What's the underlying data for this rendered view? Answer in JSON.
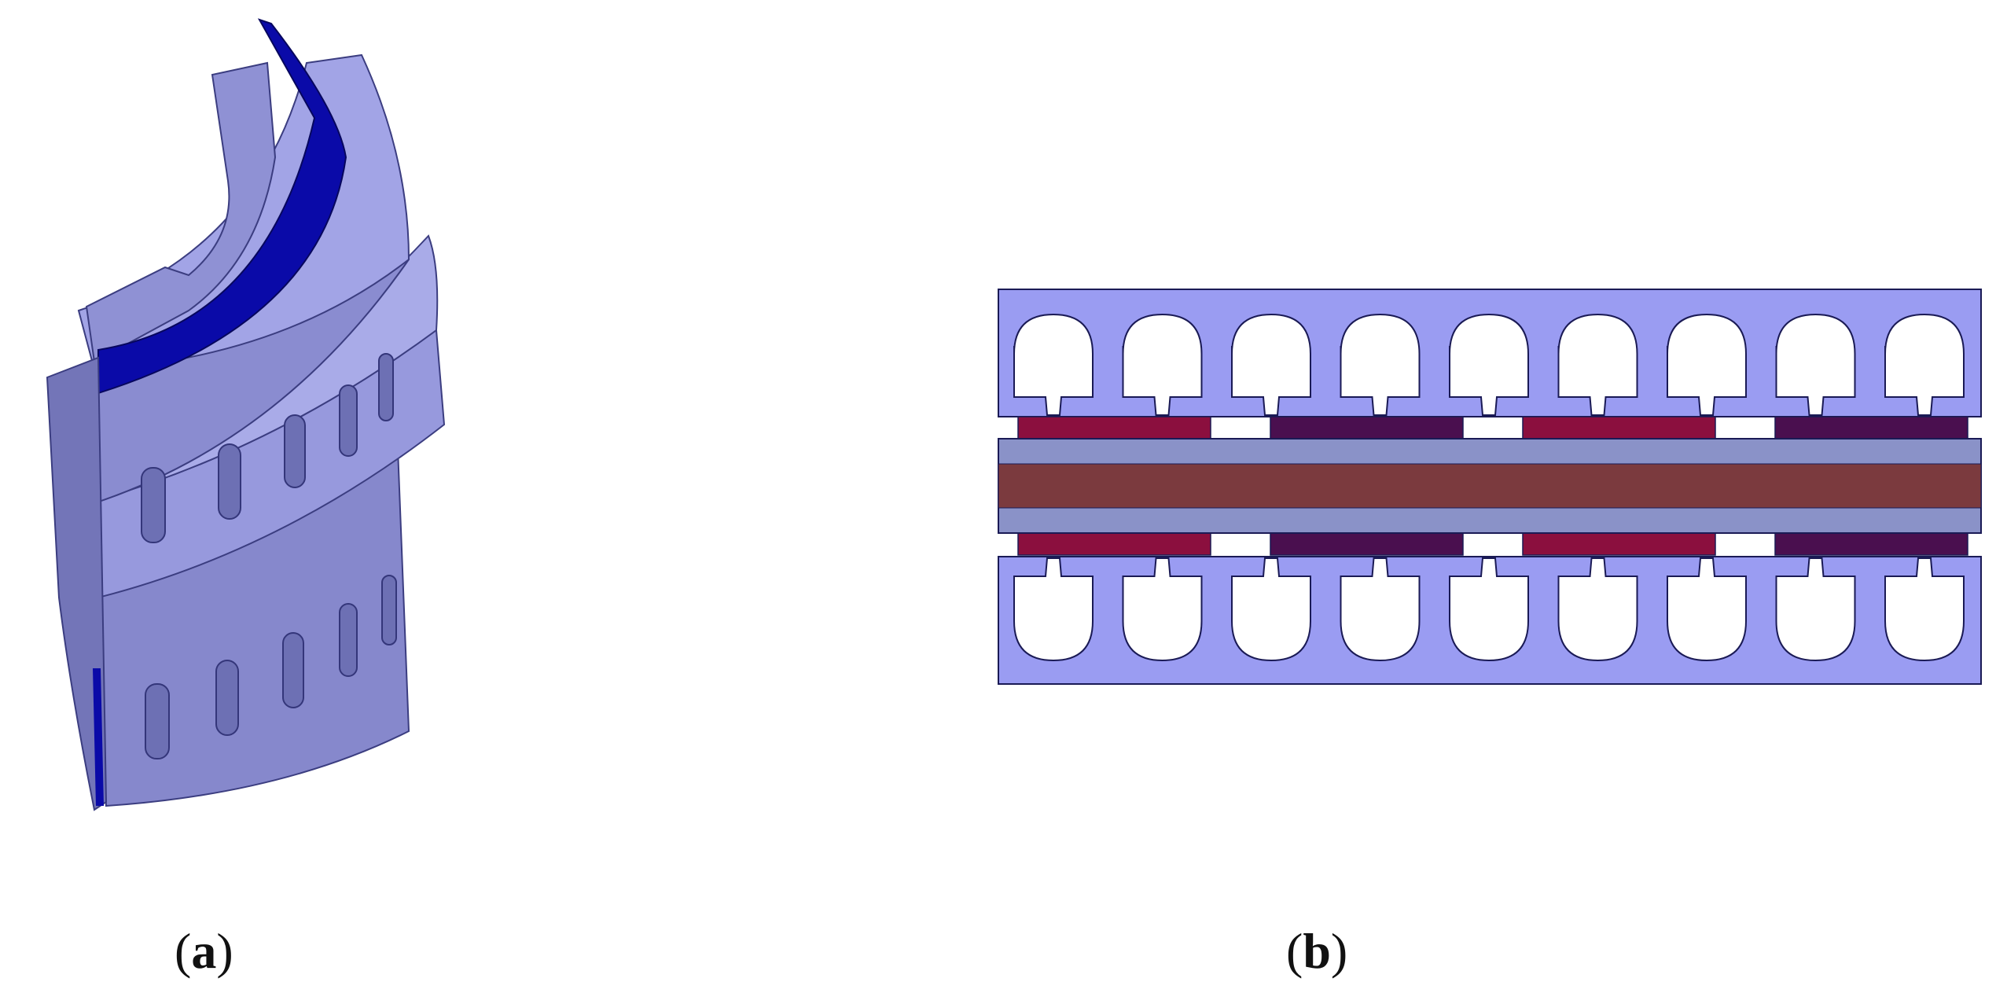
{
  "panels": [
    {
      "label": "a"
    },
    {
      "label": "b"
    }
  ],
  "caption_open": "(",
  "caption_close": ")",
  "colors": {
    "iron": "#9a9cf2",
    "iron_shade": "#7b7ec4",
    "iron_dark": "#5f629f",
    "outline": "#1a1a55",
    "slot": "#ffffff",
    "magnet_red": "#8b0f3e",
    "magnet_purple": "#4a0f4f",
    "sleeve": "#8a92c8",
    "mover_core": "#7b3a3e",
    "blue_sheet": "#0a0aa8"
  },
  "model_b": {
    "slots_per_stator": 9,
    "magnets_per_row": 4
  }
}
